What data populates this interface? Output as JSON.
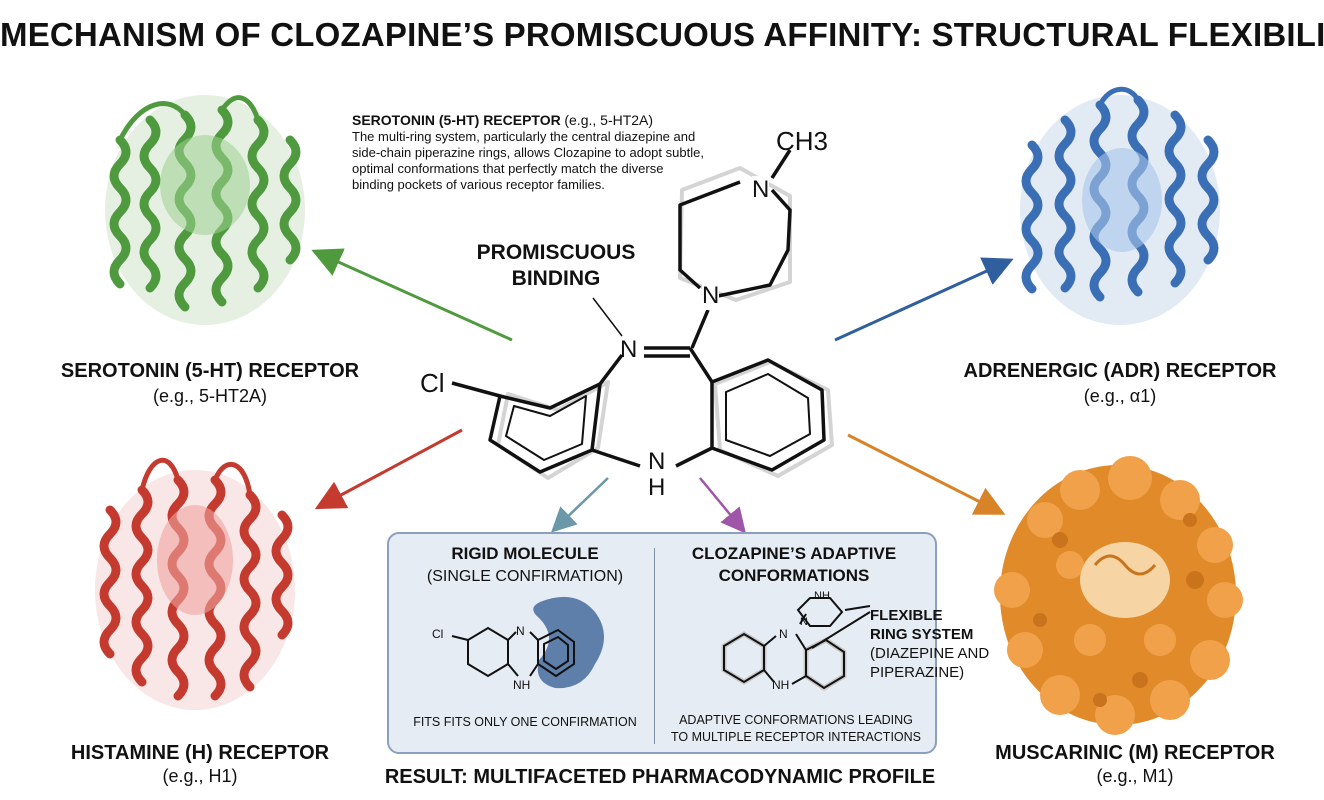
{
  "title": "MECHANISM OF CLOZAPINE’S PROMISCUOUS AFFINITY: STRUCTURAL FLEXIBILITY",
  "receptors": {
    "serotonin": {
      "name": "SEROTONIN (5-HT) RECEPTOR",
      "example": "(e.g., 5-HT2A)",
      "color": "#4f9a3e"
    },
    "adrenergic": {
      "name": "ADRENERGIC (ADR) RECEPTOR",
      "example": "(e.g., α1)",
      "color": "#3a6fb5"
    },
    "histamine": {
      "name": "HISTAMINE (H) RECEPTOR",
      "example": "(e.g., H1)",
      "color": "#c43a2e"
    },
    "muscarinic": {
      "name": "MUSCARINIC (M) RECEPTOR",
      "example": "(e.g., M1)",
      "color": "#e08a2a"
    }
  },
  "note": {
    "heading": "SEROTONIN (5-HT) RECEPTOR",
    "heading_sub": "(e.g., 5-HT2A)",
    "body": "The multi-ring system, particularly the central diazepine and side-chain piperazine rings, allows Clozapine to adopt subtle, optimal conformations that perfectly match the diverse binding pockets of various receptor families."
  },
  "center_label": {
    "line1": "PROMISCUOUS",
    "line2": "BINDING"
  },
  "molecule": {
    "cl": "Cl",
    "n": "N",
    "nh_n": "N",
    "nh_h": "H",
    "pip_n1": "N",
    "pip_n2": "N",
    "methyl": "CH3"
  },
  "panel": {
    "left": {
      "heading": "RIGID MOLECULE",
      "subheading": "(SINGLE CONFIRMATION)",
      "caption": "FITS FITS ONLY ONE CONFIRMATION",
      "cl": "Cl",
      "n": "N",
      "nh": "NH"
    },
    "right": {
      "heading_line1": "CLOZAPINE’S ADAPTIVE",
      "heading_line2": "CONFORMATIONS",
      "caption_line1": "ADAPTIVE CONFORMATIONS LEADING",
      "caption_line2": "TO MULTIPLE RECEPTOR INTERACTIONS",
      "n": "N",
      "nh": "NH",
      "pip_nh": "NH",
      "pip_n": "N"
    },
    "flex_label": {
      "line1": "FLEXIBLE",
      "line2": "RING SYSTEM",
      "line3": "(DIAZEPINE AND",
      "line4": "PIPERAZINE)"
    }
  },
  "result": "RESULT: MULTIFACETED PHARMACODYNAMIC PROFILE"
}
